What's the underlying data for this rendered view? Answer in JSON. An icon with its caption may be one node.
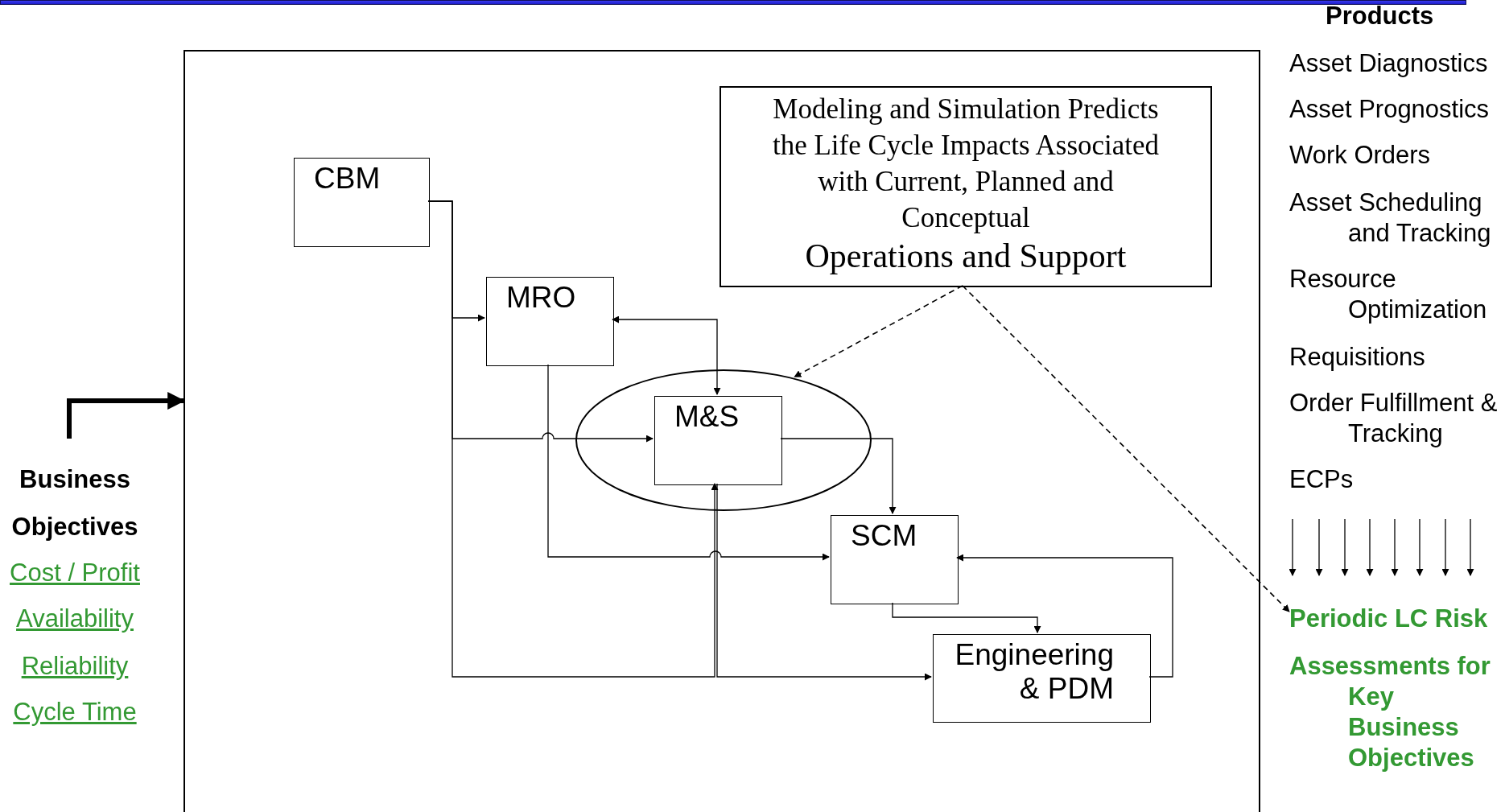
{
  "diagram": {
    "nodes": [
      {
        "text": [],
        "shape": "box"
      },
      {
        "text": [
          "Business Objectives"
        ]
      },
      {
        "text": [
          "CBM"
        ],
        "in": 0
      },
      {
        "text": [
          "MRO"
        ],
        "in": 0
      },
      {
        "text": [],
        "shape": "ellipse",
        "in": 0
      },
      {
        "text": [
          "M&S"
        ],
        "in": 4
      },
      {
        "text": [
          "SCM"
        ],
        "in": 0
      },
      {
        "text": [
          "Engineering & PDM"
        ],
        "in": 0
      },
      {
        "text": [
          "Modeling and Simulation Predicts the Life Cycle Impacts Associated with Current, Planned and Conceptual",
          "Operations and Support"
        ],
        "in": 0
      },
      {
        "text": [
          "Periodic LC Risk",
          "Assessments for Key Business Objectives"
        ]
      }
    ],
    "edges": [
      {
        "from": 1,
        "to": 0,
        "arrow": "to",
        "style": "thick"
      },
      {
        "from": 2,
        "to": 3,
        "arrow": "to"
      },
      {
        "from": 2,
        "to": 5,
        "arrow": "to"
      },
      {
        "from": 2,
        "to": 5,
        "arrow": "to"
      },
      {
        "from": 3,
        "to": 5,
        "arrow": "both"
      },
      {
        "from": 3,
        "to": 6,
        "arrow": "to"
      },
      {
        "from": 5,
        "to": 6,
        "arrow": "to"
      },
      {
        "from": 6,
        "to": 7,
        "arrow": "to"
      },
      {
        "from": 7,
        "to": 6,
        "arrow": "to"
      },
      {
        "from": 5,
        "to": 7,
        "arrow": "to"
      },
      {
        "from": 8,
        "to": 4,
        "arrow": "to",
        "style": "dashed"
      },
      {
        "from": 8,
        "to": 9,
        "arrow": "to",
        "style": "dashed"
      },
      {
        "from": null,
        "to": 9,
        "arrow": "to"
      },
      {
        "from": null,
        "to": 9,
        "arrow": "to"
      },
      {
        "from": null,
        "to": 9,
        "arrow": "to"
      },
      {
        "from": null,
        "to": 9,
        "arrow": "to"
      },
      {
        "from": null,
        "to": 9,
        "arrow": "to"
      },
      {
        "from": null,
        "to": 9,
        "arrow": "to"
      },
      {
        "from": null,
        "to": 9,
        "arrow": "to"
      },
      {
        "from": null,
        "to": 9,
        "arrow": "to"
      }
    ],
    "labels": [
      "Products",
      "Asset Diagnostics",
      "Asset Prognostics",
      "Work Orders",
      "Asset Scheduling and Tracking",
      "Resource Optimization",
      "Requisitions",
      "Order Fulfillment & Tracking",
      "ECPs",
      "Cost / Profit",
      "Availability",
      "Reliability",
      "Cycle Time"
    ]
  }
}
